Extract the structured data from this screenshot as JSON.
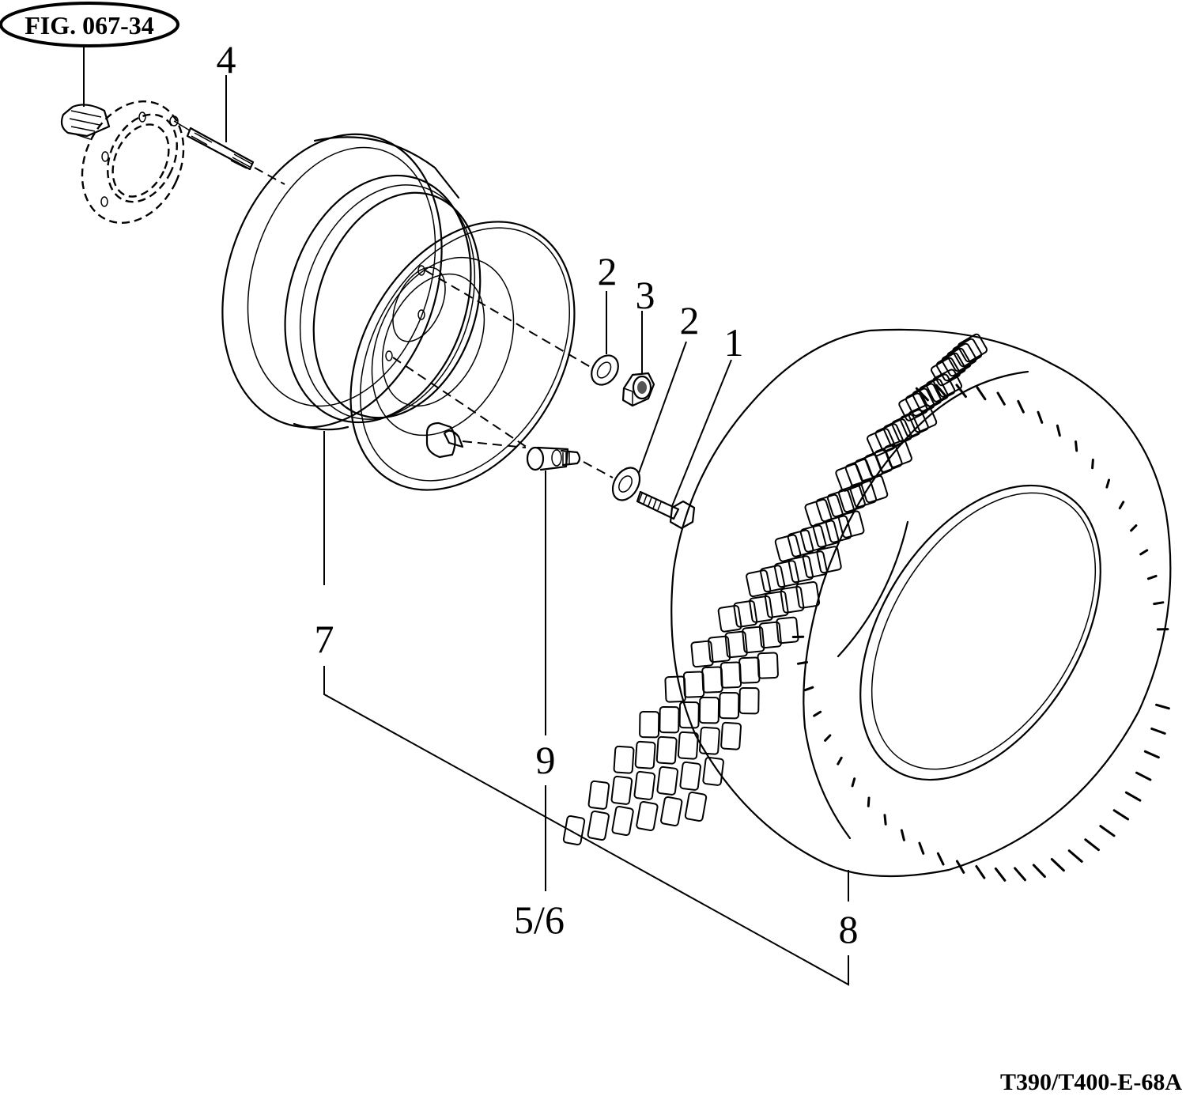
{
  "figure": {
    "reference_label": "FIG. 067-34",
    "drawing_code": "T390/T400-E-68A"
  },
  "callouts": {
    "c1": "1",
    "c2a": "2",
    "c2b": "2",
    "c3": "3",
    "c4": "4",
    "c56": "5/6",
    "c7": "7",
    "c8": "8",
    "c9": "9"
  },
  "parts": [
    {
      "callout": "1",
      "name": "bolt"
    },
    {
      "callout": "2",
      "name": "washer"
    },
    {
      "callout": "3",
      "name": "nut"
    },
    {
      "callout": "4",
      "name": "stud"
    },
    {
      "callout": "5/6",
      "name": "valve"
    },
    {
      "callout": "7",
      "name": "rim"
    },
    {
      "callout": "8",
      "name": "tire"
    },
    {
      "callout": "9",
      "name": "valve"
    }
  ]
}
